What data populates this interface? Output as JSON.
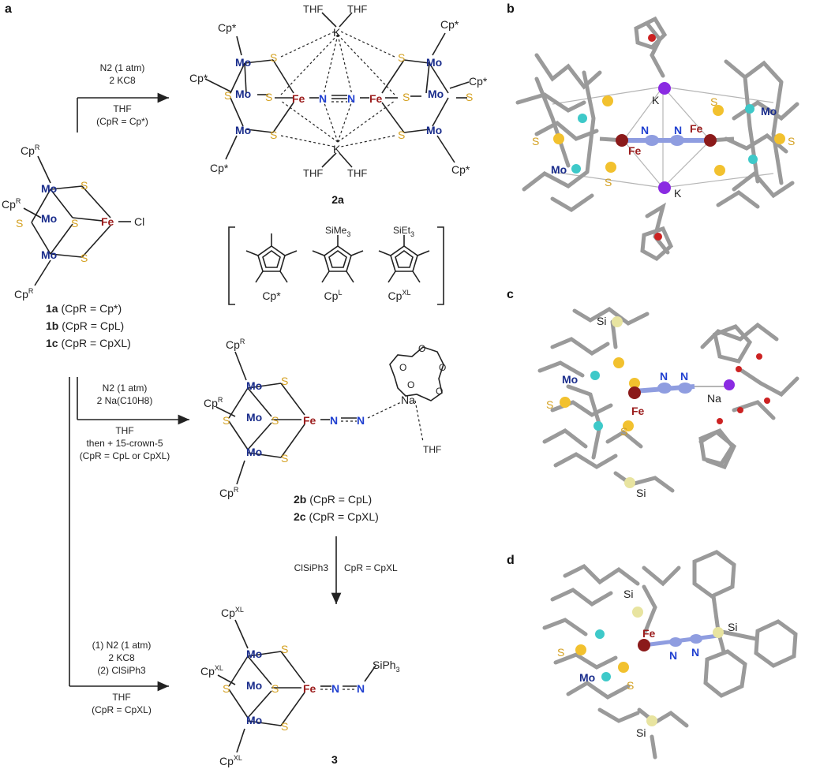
{
  "panels": {
    "a": "a",
    "b": "b",
    "c": "c",
    "d": "d"
  },
  "atoms": {
    "mo": "Mo",
    "fe": "Fe",
    "s": "S",
    "n": "N",
    "k": "K",
    "na": "Na",
    "si": "Si",
    "cl": "Cl",
    "o": "O"
  },
  "ligands": {
    "cp_star": "Cp*",
    "cp_r": "Cp",
    "cp_r_sup": "R",
    "cp_xl": "Cp",
    "cp_xl_sup": "XL",
    "thf": "THF",
    "sime3": "SiMe",
    "sime3_sub": "3",
    "siet3": "SiEt",
    "siet3_sub": "3",
    "sipph3": "SiPh",
    "sipph3_sub": "3"
  },
  "cp_legend": [
    {
      "label": "Cp*"
    },
    {
      "label": "Cp",
      "sup": "L"
    },
    {
      "label": "Cp",
      "sup": "XL"
    }
  ],
  "compounds": {
    "c2a": "2a",
    "c1a": "1a",
    "c1a_desc": "(CpR = Cp*)",
    "c1b": "1b",
    "c1b_desc": "(CpR = CpL)",
    "c1c": "1c",
    "c1c_desc": "(CpR = CpXL)",
    "c2b": "2b",
    "c2b_desc": "(CpR = CpL)",
    "c2c": "2c",
    "c2c_desc": "(CpR = CpXL)",
    "c3": "3"
  },
  "conditions": {
    "arrow1": [
      "N2 (1 atm)",
      "2 KC8",
      "THF",
      "(CpR = Cp*)"
    ],
    "arrow2": [
      "N2 (1 atm)",
      "2 Na(C10H8)",
      "THF",
      "then + 15-crown-5",
      "(CpR = CpL or CpXL)"
    ],
    "arrow3_left": "ClSiPh3",
    "arrow3_right": "CpR = CpXL",
    "arrow4": [
      "(1) N2 (1 atm)",
      "2 KC8",
      "(2) ClSiPh3",
      "THF",
      "(CpR = CpXL)"
    ]
  },
  "colors": {
    "mo": "#1a2d8c",
    "fe": "#9b1c1c",
    "s": "#d4a020",
    "n": "#1f3fd0",
    "k": "#8a2be2",
    "o": "#cc2222",
    "si": "#e8e4a0",
    "rod": "#9a9a9a"
  }
}
